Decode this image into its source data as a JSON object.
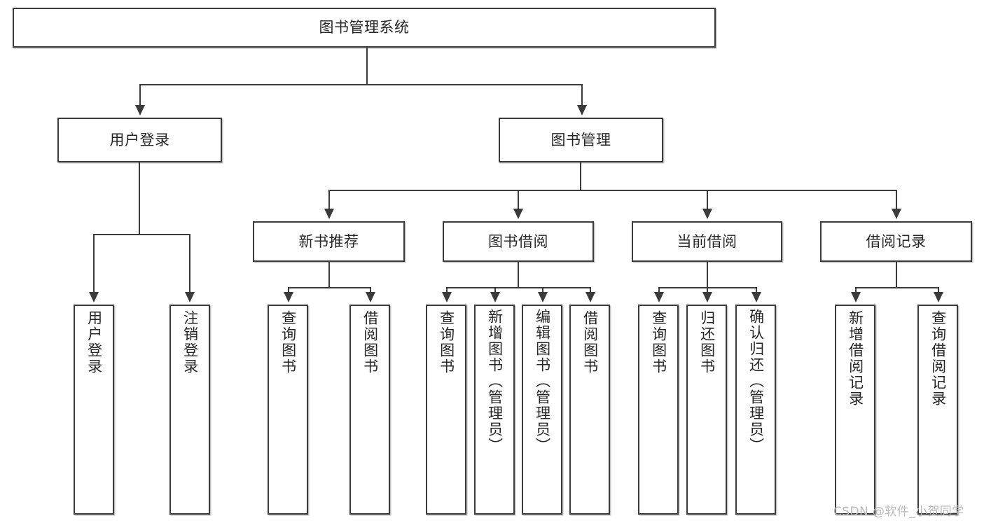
{
  "diagram": {
    "type": "tree",
    "title": "图书管理系统",
    "watermark": "CSDN @软件_小贺同学",
    "levels": {
      "root": {
        "label": "图书管理系统"
      },
      "level2": [
        {
          "id": "user-login",
          "label": "用户登录"
        },
        {
          "id": "book-management",
          "label": "图书管理"
        }
      ],
      "level3": [
        {
          "id": "new-book-recommend",
          "label": "新书推荐",
          "parent": "book-management"
        },
        {
          "id": "book-borrow",
          "label": "图书借阅",
          "parent": "book-management"
        },
        {
          "id": "current-borrow",
          "label": "当前借阅",
          "parent": "book-management"
        },
        {
          "id": "borrow-record",
          "label": "借阅记录",
          "parent": "book-management"
        }
      ],
      "leaves": [
        {
          "id": "leaf-user-login",
          "label": "用户登录",
          "parent": "user-login"
        },
        {
          "id": "leaf-logout-login",
          "label": "注销登录",
          "parent": "user-login"
        },
        {
          "id": "leaf-query-book-1",
          "label": "查询图书",
          "parent": "new-book-recommend"
        },
        {
          "id": "leaf-borrow-book-1",
          "label": "借阅图书",
          "parent": "new-book-recommend"
        },
        {
          "id": "leaf-query-book-2",
          "label": "查询图书",
          "parent": "book-borrow"
        },
        {
          "id": "leaf-add-book",
          "label": "新增图书（管理员）",
          "parent": "book-borrow"
        },
        {
          "id": "leaf-edit-book",
          "label": "编辑图书（管理员）",
          "parent": "book-borrow"
        },
        {
          "id": "leaf-borrow-book-2",
          "label": "借阅图书",
          "parent": "book-borrow"
        },
        {
          "id": "leaf-query-book-3",
          "label": "查询图书",
          "parent": "current-borrow"
        },
        {
          "id": "leaf-return-book",
          "label": "归还图书",
          "parent": "current-borrow"
        },
        {
          "id": "leaf-confirm-return",
          "label": "确认归还（管理员）",
          "parent": "current-borrow"
        },
        {
          "id": "leaf-add-record",
          "label": "新增借阅记录",
          "parent": "borrow-record"
        },
        {
          "id": "leaf-query-record",
          "label": "查询借阅记录",
          "parent": "borrow-record"
        }
      ]
    },
    "colors": {
      "box_border": "#3b3b3b",
      "box_fill": "#ffffff",
      "connector": "#3b3b3b",
      "text": "#262626",
      "watermark": "#b9b9b9",
      "background": "#ffffff"
    }
  }
}
